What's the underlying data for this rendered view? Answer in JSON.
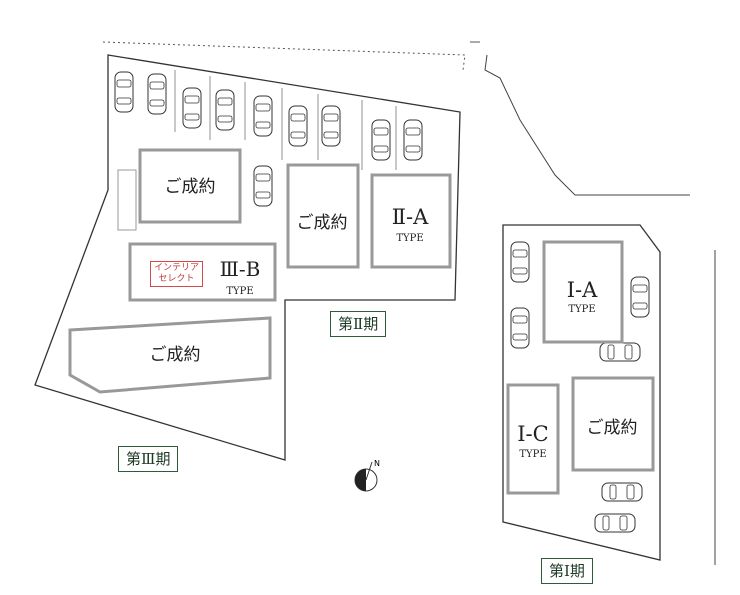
{
  "lots": {
    "sold": "ご成約",
    "type_suffix": "TYPE",
    "iia": "Ⅱ-A",
    "iiib": "Ⅲ-B",
    "ia": "Ⅰ-A",
    "ic": "Ⅰ-C"
  },
  "badge": {
    "line1": "インテリア",
    "line2": "セレクト"
  },
  "phases": {
    "phase1": "第Ⅰ期",
    "phase2": "第Ⅱ期",
    "phase3": "第Ⅲ期"
  },
  "compass": {
    "north": "N"
  },
  "colors": {
    "outline": "#333333",
    "lot_edge": "#9a9a9a",
    "phase_box": "#2e5c3a",
    "badge": "#d34a4a"
  }
}
